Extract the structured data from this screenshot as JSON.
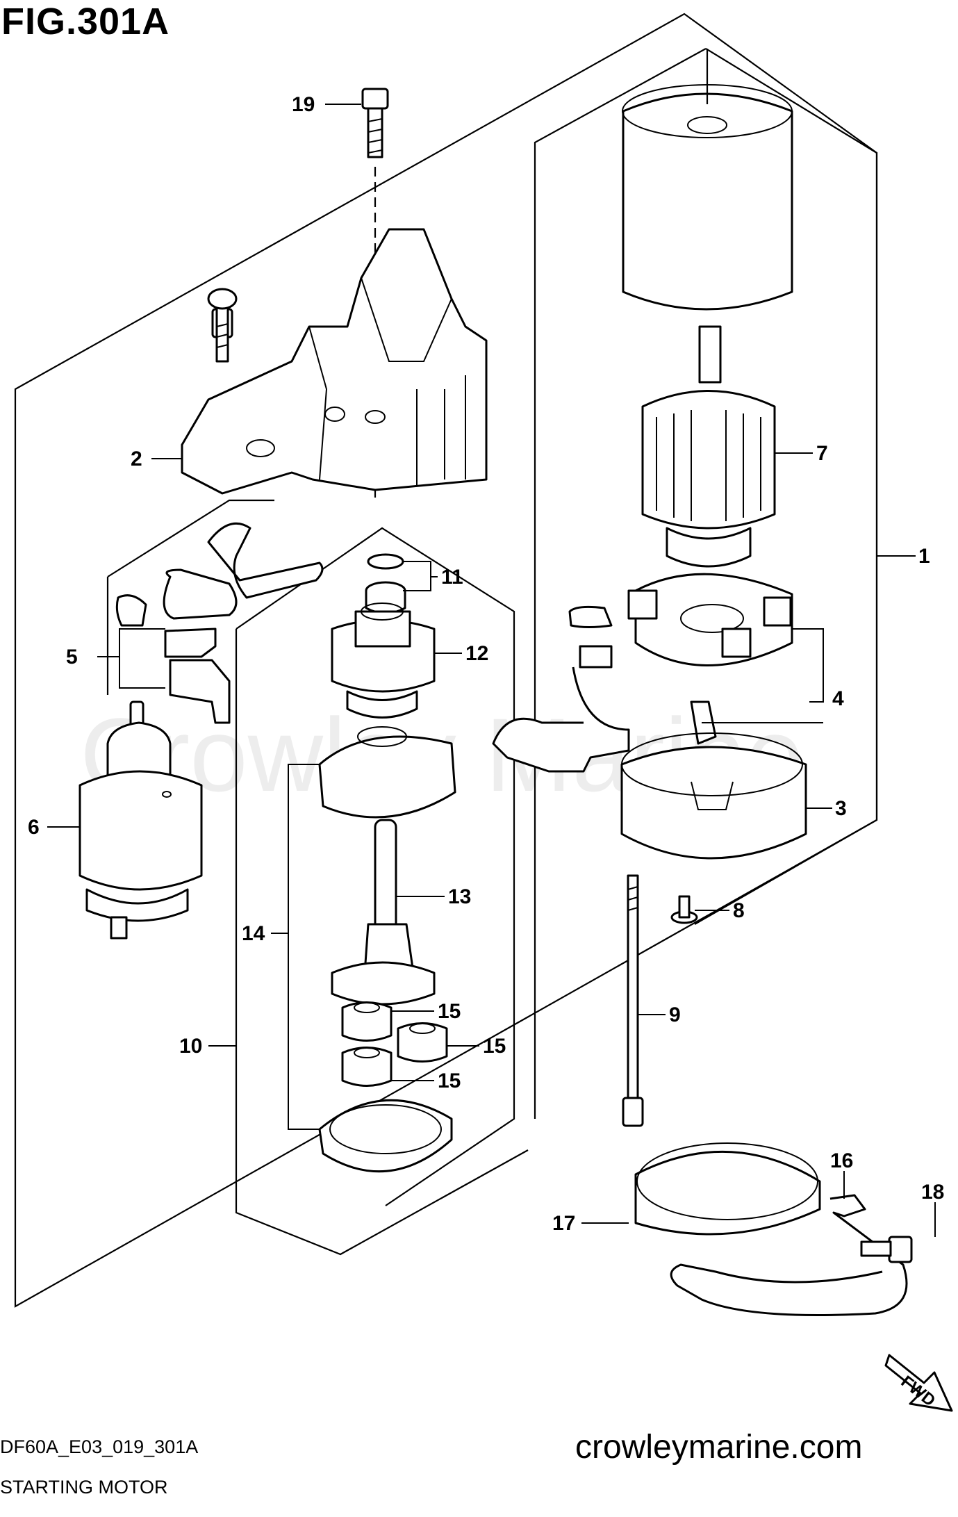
{
  "figure": {
    "title": "FIG.301A",
    "code": "DF60A_E03_019_301A",
    "subtitle": "STARTING MOTOR",
    "website": "crowleymarine.com",
    "watermark": "Crowley Marine",
    "direction_label": "FWD"
  },
  "callouts": [
    {
      "id": "1",
      "label": "1"
    },
    {
      "id": "2",
      "label": "2"
    },
    {
      "id": "3",
      "label": "3"
    },
    {
      "id": "4",
      "label": "4"
    },
    {
      "id": "5",
      "label": "5"
    },
    {
      "id": "6",
      "label": "6"
    },
    {
      "id": "7",
      "label": "7"
    },
    {
      "id": "8",
      "label": "8"
    },
    {
      "id": "9",
      "label": "9"
    },
    {
      "id": "10",
      "label": "10"
    },
    {
      "id": "11",
      "label": "11"
    },
    {
      "id": "12",
      "label": "12"
    },
    {
      "id": "13",
      "label": "13"
    },
    {
      "id": "14",
      "label": "14"
    },
    {
      "id": "15a",
      "label": "15"
    },
    {
      "id": "15b",
      "label": "15"
    },
    {
      "id": "15c",
      "label": "15"
    },
    {
      "id": "16",
      "label": "16"
    },
    {
      "id": "17",
      "label": "17"
    },
    {
      "id": "18",
      "label": "18"
    },
    {
      "id": "19",
      "label": "19"
    }
  ]
}
